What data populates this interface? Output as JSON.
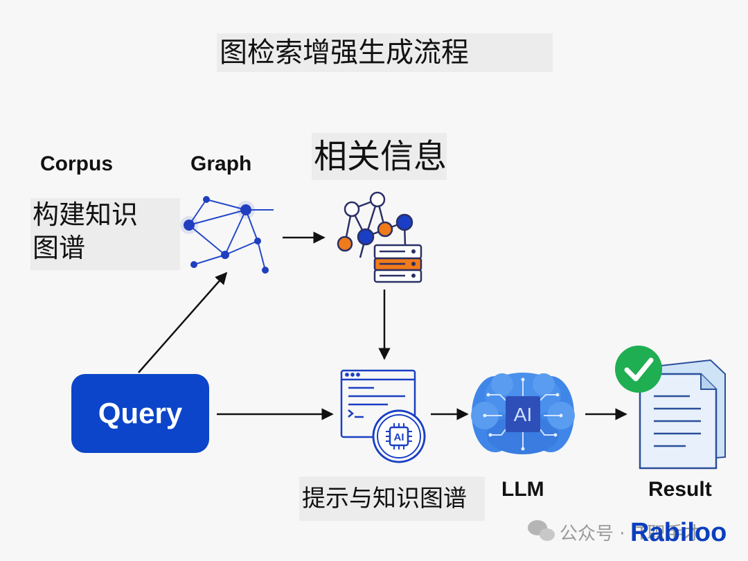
{
  "title": "图检索增强生成流程",
  "labels": {
    "corpus": "Corpus",
    "graph": "Graph",
    "build_kg_line1": "构建知识",
    "build_kg_line2": "图谱",
    "related_info": "相关信息",
    "query": "Query",
    "prompt_kg": "提示与知识图谱",
    "llm": "LLM",
    "result": "Result",
    "ai_chip": "AI",
    "ai_brain": "AI"
  },
  "watermark": {
    "text": "公众号 · IT职手才",
    "brand": "Rabiloo"
  },
  "icons": [
    "graph-network-icon",
    "database-graph-icon",
    "prompt-document-icon",
    "ai-chip-icon",
    "brain-icon",
    "result-document-icon",
    "checkmark-icon",
    "wechat-icon"
  ],
  "colors": {
    "primary_blue": "#0c45c9",
    "graph_blue": "#1f4fd1",
    "orange": "#f07b1a",
    "brain_blue": "#3f86e8",
    "check_green": "#1fae52",
    "label_bg": "#ececec"
  }
}
